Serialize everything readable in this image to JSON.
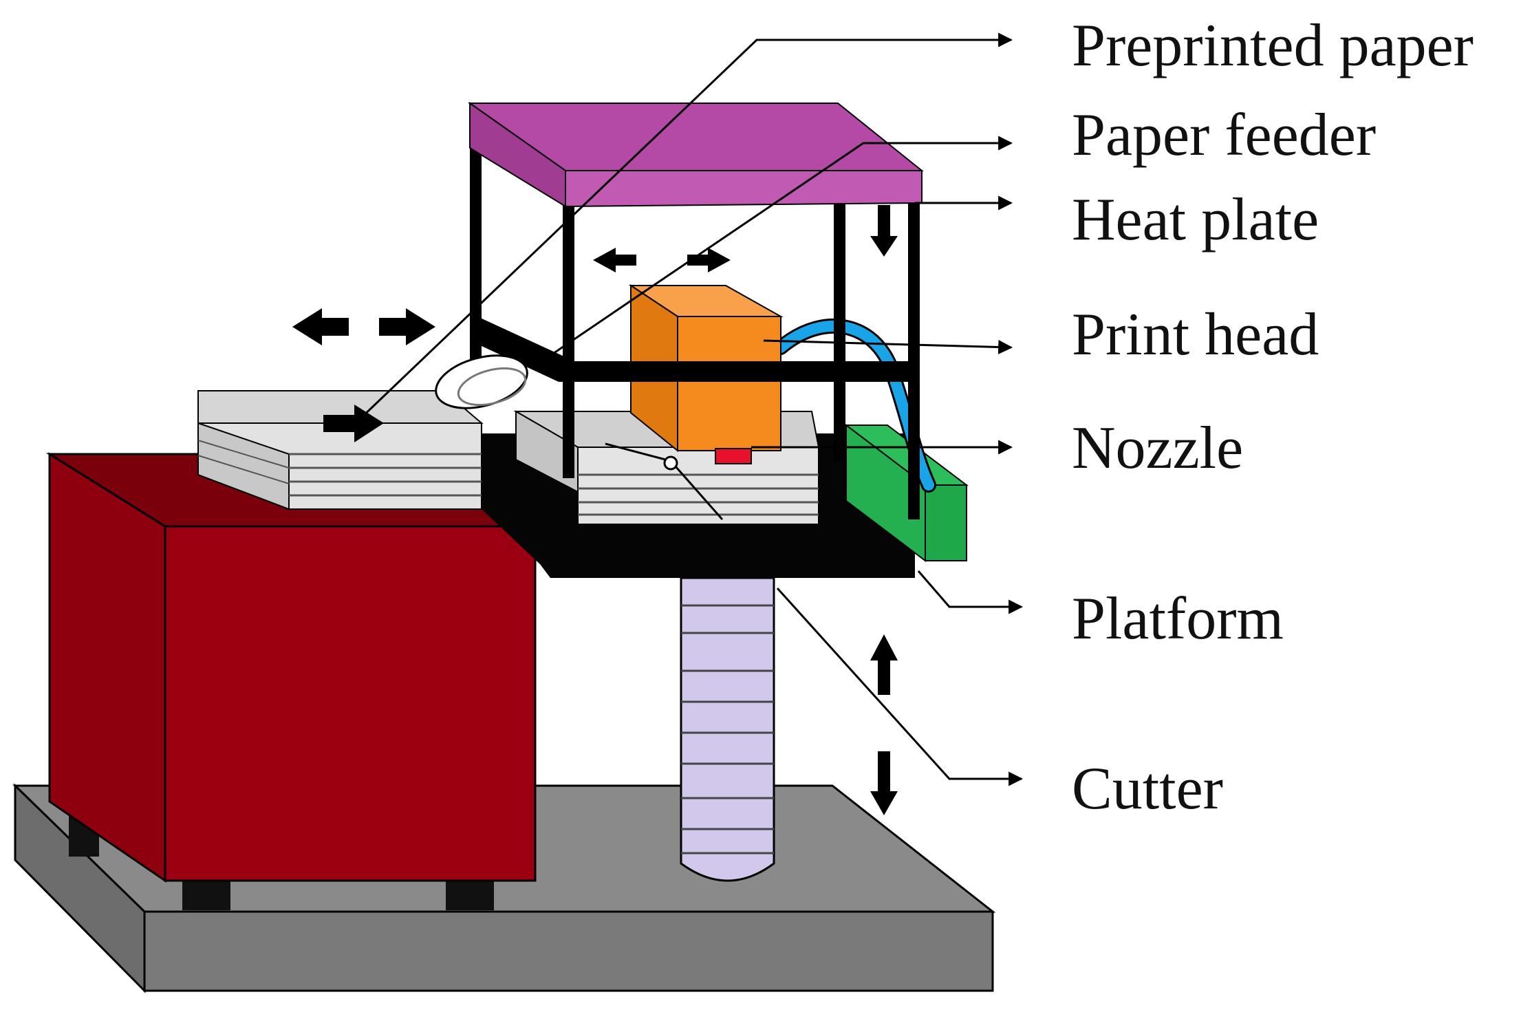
{
  "labels": {
    "preprinted_paper": "Preprinted paper",
    "paper_feeder": "Paper feeder",
    "heat_plate": "Heat plate",
    "print_head": "Print head",
    "nozzle": "Nozzle",
    "platform": "Platform",
    "cutter": "Cutter"
  },
  "colors": {
    "heat_plate": "#b44aa6",
    "print_head": "#f58a1f",
    "paper_feeder_box": "#9a0010",
    "base": "#8a8a8a",
    "column": "#d2c8ec",
    "nozzle": "#e8102a",
    "hose": "#1aa4e8",
    "supply_box": "#1fa84a",
    "paper": "#d6d6d6",
    "frame": "#000000"
  }
}
